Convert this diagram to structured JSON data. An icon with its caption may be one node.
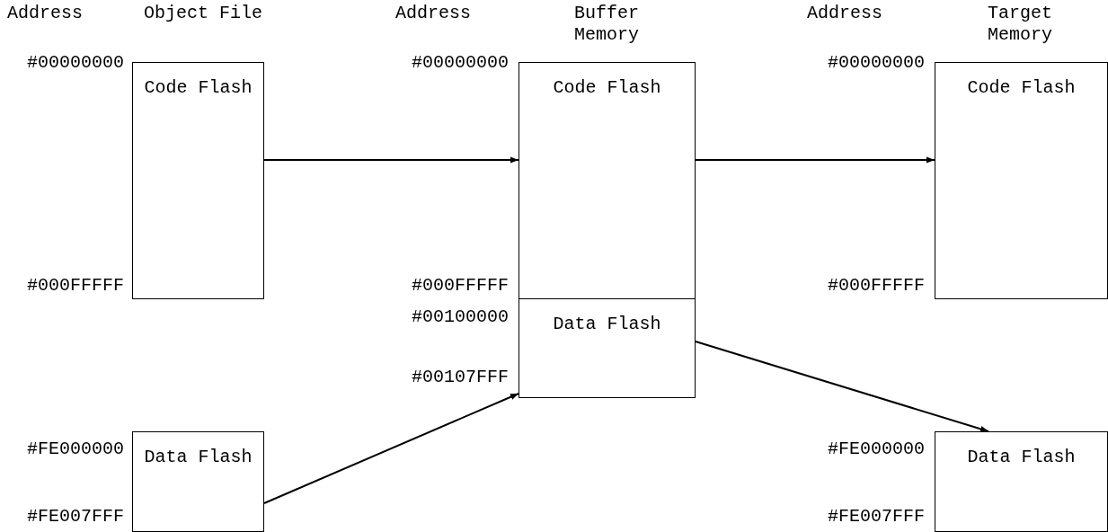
{
  "diagram": {
    "nodes": [
      {
        "text": [
          "Code Flash"
        ]
      },
      {
        "text": [
          "Data Flash"
        ]
      },
      {
        "text": [
          "Code Flash"
        ]
      },
      {
        "text": [
          "Data Flash"
        ]
      },
      {
        "text": [
          "Code Flash"
        ]
      },
      {
        "text": [
          "Data Flash"
        ]
      }
    ],
    "edges": [
      {
        "from": 0,
        "to": 2,
        "arrow": "to"
      },
      {
        "from": 1,
        "to": 3,
        "arrow": "to"
      },
      {
        "from": 2,
        "to": 4,
        "arrow": "to"
      },
      {
        "from": 3,
        "to": 5,
        "arrow": "to"
      }
    ],
    "labels": [
      "Address",
      "Object File",
      "Address",
      "Buffer Memory",
      "Address",
      "Target Memory",
      "#00000000",
      "#00000000",
      "#00000000",
      "#000FFFFF",
      "#000FFFFF",
      "#000FFFFF",
      "#00100000",
      "#00107FFF",
      "#FE000000",
      "#FE000000",
      "#FE007FFF",
      "#FE007FFF"
    ]
  }
}
